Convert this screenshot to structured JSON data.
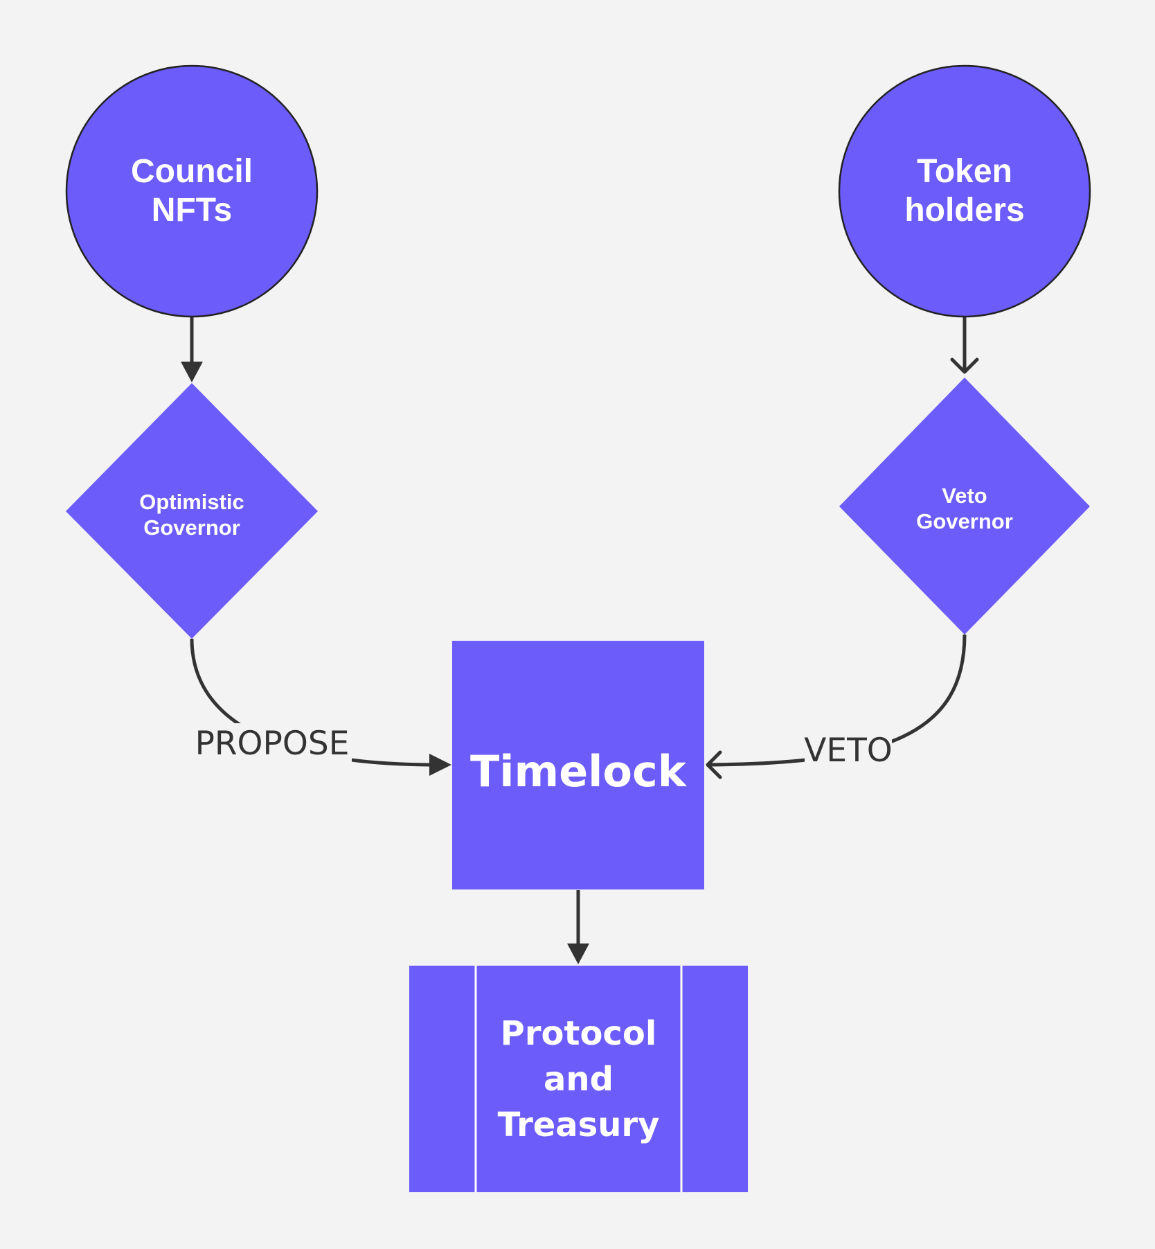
{
  "colors": {
    "background": "#f3f3f3",
    "node_fill": "#6c5cfa",
    "node_text": "#ffffff",
    "edge_stroke": "#333333",
    "edge_label_text": "#333333",
    "subroutine_divider": "#ffffff"
  },
  "nodes": {
    "council_nfts": {
      "shape": "circle",
      "label": "Council\nNFTs"
    },
    "token_holders": {
      "shape": "circle",
      "label": "Token\nholders"
    },
    "optimistic_governor": {
      "shape": "diamond",
      "label": "Optimistic\nGovernor"
    },
    "veto_governor": {
      "shape": "diamond",
      "label": "Veto\nGovernor"
    },
    "timelock": {
      "shape": "square",
      "label": "Timelock"
    },
    "protocol_treasury": {
      "shape": "subroutine",
      "label": "Protocol\nand\nTreasury"
    }
  },
  "edges": {
    "council_to_optimistic": {
      "from": "council_nfts",
      "to": "optimistic_governor",
      "arrowhead": "filled"
    },
    "token_to_veto": {
      "from": "token_holders",
      "to": "veto_governor",
      "arrowhead": "open"
    },
    "propose": {
      "from": "optimistic_governor",
      "to": "timelock",
      "label": "PROPOSE",
      "arrowhead": "filled"
    },
    "veto": {
      "from": "veto_governor",
      "to": "timelock",
      "label": "VETO",
      "arrowhead": "open"
    },
    "timelock_to_protocol": {
      "from": "timelock",
      "to": "protocol_treasury",
      "arrowhead": "filled"
    }
  }
}
